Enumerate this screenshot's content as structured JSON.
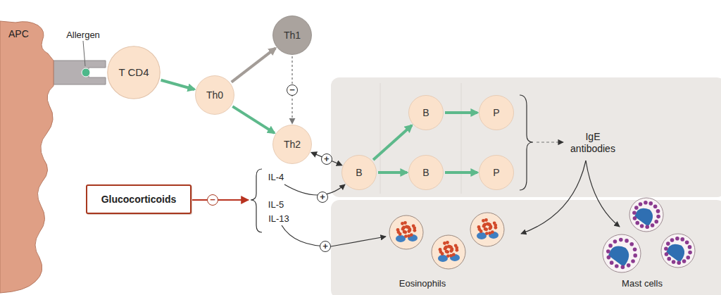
{
  "diagram": {
    "nodes": [
      {
        "text": [
          "APC"
        ]
      },
      {
        "text": [
          "T CD4"
        ]
      },
      {
        "text": [
          "Th0"
        ]
      },
      {
        "text": [
          "Th1"
        ]
      },
      {
        "text": [
          "Th2"
        ]
      },
      {
        "text": [
          "B"
        ]
      },
      {
        "text": [
          "B"
        ]
      },
      {
        "text": [
          "P"
        ]
      },
      {
        "text": [
          "B"
        ]
      },
      {
        "text": [
          "P"
        ]
      },
      {
        "text": [
          "Glucocorticoids"
        ]
      }
    ],
    "edges": [
      {
        "from": 1,
        "to": 2,
        "arrow": "to"
      },
      {
        "from": 2,
        "to": 3,
        "arrow": "to"
      },
      {
        "from": 2,
        "to": 4,
        "arrow": "to"
      },
      {
        "from": 3,
        "to": 4,
        "label": "−",
        "arrow": "to"
      },
      {
        "from": 4,
        "to": 5,
        "label": "+",
        "arrow": "both"
      },
      {
        "from": 5,
        "to": 6,
        "arrow": "to"
      },
      {
        "from": 5,
        "to": 8,
        "arrow": "to"
      },
      {
        "from": 6,
        "to": 7,
        "arrow": "to"
      },
      {
        "from": 8,
        "to": 9,
        "arrow": "to"
      }
    ],
    "labels": [
      "Allergen",
      "IL-4",
      "IL-5",
      "IL-13",
      "IgE antibodies",
      "Eosinophils",
      "Mast cells",
      "+",
      "+",
      "−"
    ]
  }
}
